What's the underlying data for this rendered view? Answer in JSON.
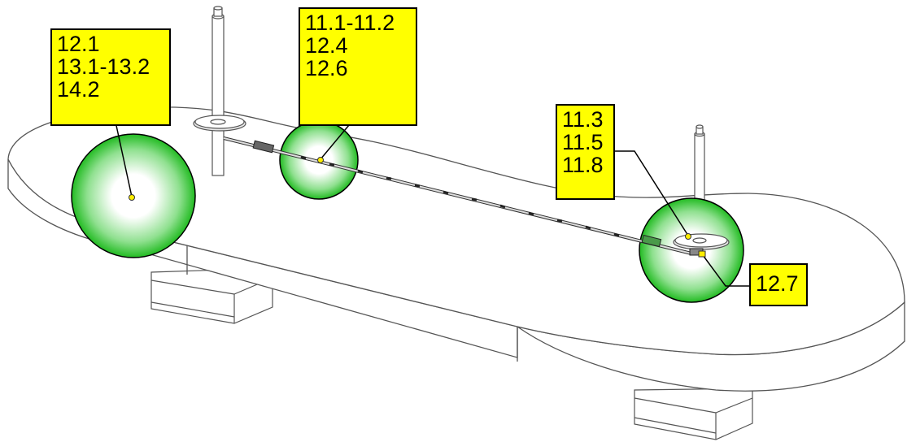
{
  "callouts": {
    "left": {
      "lines": [
        "12.1",
        "13.1-13.2",
        "14.2"
      ]
    },
    "mid": {
      "lines": [
        "11.1-11.2",
        "12.4",
        "12.6"
      ]
    },
    "right": {
      "lines": [
        "11.3",
        "11.5",
        "11.8"
      ]
    },
    "small": {
      "lines": [
        "12.7"
      ]
    }
  },
  "colors": {
    "callout_fill": "#ffff00",
    "highlight_green": "#22bb22",
    "marker_dot": "#ffee00",
    "line_art": "#555555"
  }
}
